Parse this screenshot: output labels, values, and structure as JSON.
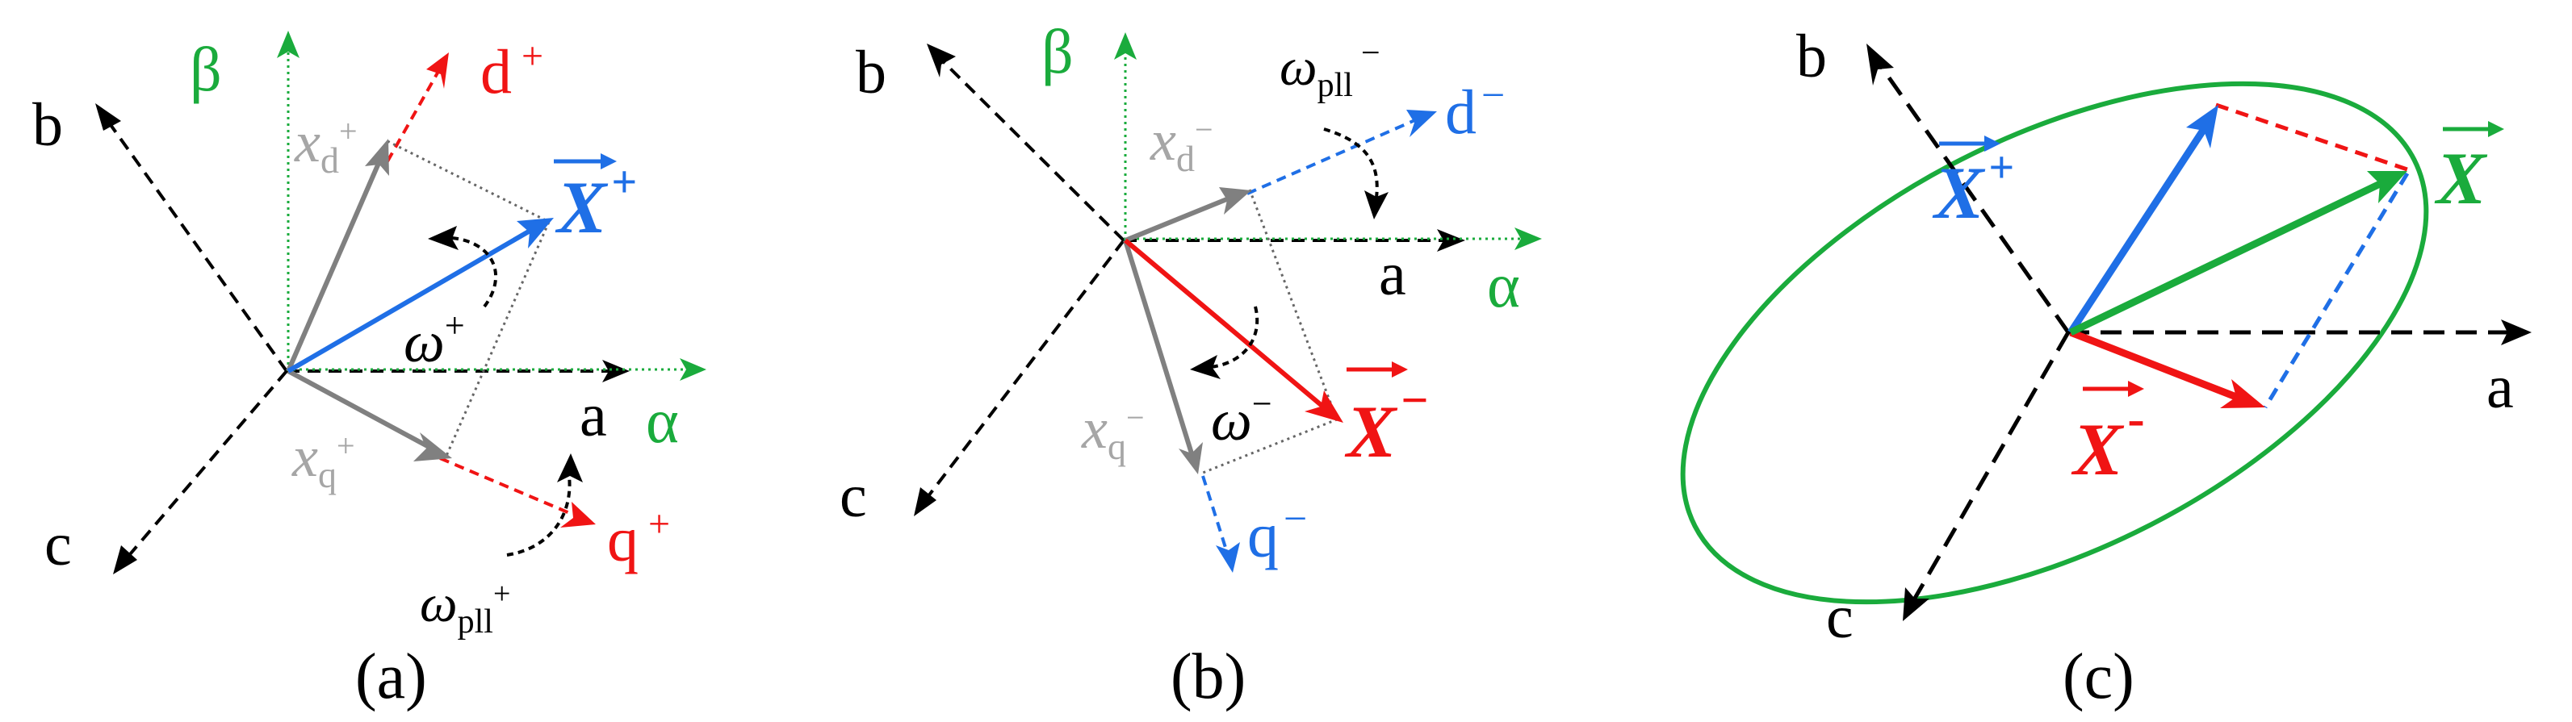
{
  "colors": {
    "black": "#000000",
    "gray": "#808080",
    "lightgray": "#a6a6a6",
    "green": "#1aab3c",
    "red": "#f01414",
    "blue": "#1f6fe6"
  },
  "panels": [
    {
      "caption": "(a)",
      "labels": {
        "a": "a",
        "b": "b",
        "c": "c",
        "alpha": "α",
        "beta": "β",
        "d": "d",
        "d_sup": "+",
        "q": "q",
        "q_sup": "+",
        "xd": "x",
        "xd_sub": "d",
        "xd_sup": "+",
        "xq": "x",
        "xq_sub": "q",
        "xq_sup": "+",
        "X": "X",
        "X_sup": "+",
        "omega": "ω",
        "omega_sup": "+",
        "omega_pll": "ω",
        "omega_pll_sub": "pll",
        "omega_pll_sup": "+"
      }
    },
    {
      "caption": "(b)",
      "labels": {
        "a": "a",
        "b": "b",
        "c": "c",
        "alpha": "α",
        "beta": "β",
        "d": "d",
        "d_sup": "−",
        "q": "q",
        "q_sup": "−",
        "xd": "x",
        "xd_sub": "d",
        "xd_sup": "−",
        "xq": "x",
        "xq_sub": "q",
        "xq_sup": "−",
        "X": "X",
        "X_sup": "−",
        "omega": "ω",
        "omega_sup": "−",
        "omega_pll": "ω",
        "omega_pll_sub": "pll",
        "omega_pll_sup": "−"
      }
    },
    {
      "caption": "(c)",
      "labels": {
        "a": "a",
        "b": "b",
        "c": "c",
        "Xp": "X",
        "Xp_sup": "+",
        "Xn": "X",
        "Xn_sup": "-",
        "X": "X"
      }
    }
  ]
}
